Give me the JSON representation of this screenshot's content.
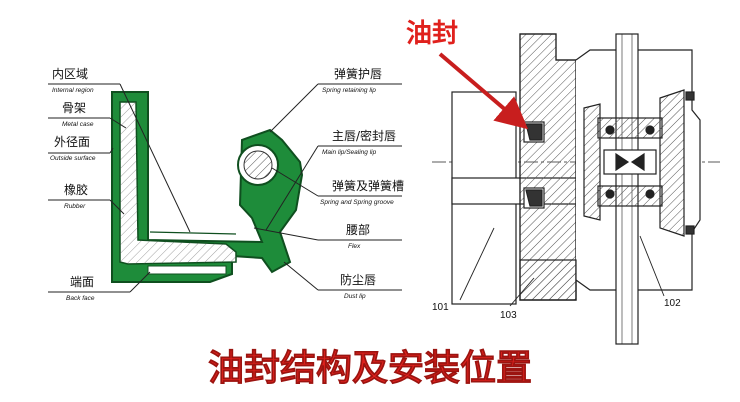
{
  "callout": "油封",
  "title": "油封结构及安装位置",
  "labels_left": [
    {
      "cn": "内区域",
      "en": "Internal region"
    },
    {
      "cn": "骨架",
      "en": "Metal case"
    },
    {
      "cn": "外径面",
      "en": "Outside surface"
    },
    {
      "cn": "橡胶",
      "en": "Rubber"
    },
    {
      "cn": "端面",
      "en": "Back face"
    }
  ],
  "labels_right": [
    {
      "cn": "弹簧护唇",
      "en": "Spring retaining lip"
    },
    {
      "cn": "主唇/密封唇",
      "en": "Main lip/Sealing lip"
    },
    {
      "cn": "弹簧及弹簧槽",
      "en": "Spring and Spring groove"
    },
    {
      "cn": "腰部",
      "en": "Flex"
    },
    {
      "cn": "防尘唇",
      "en": "Dust lip"
    }
  ],
  "part_numbers": [
    "101",
    "103",
    "102"
  ],
  "colors": {
    "rubber": "#1e8c3a",
    "title": "#e0211d",
    "arrow": "#c81e1e",
    "line": "#222222"
  }
}
